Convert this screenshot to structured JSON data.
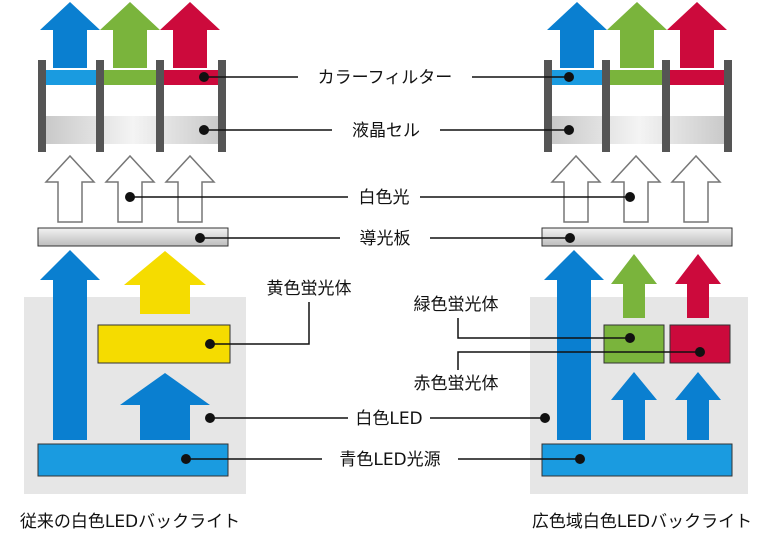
{
  "labels": {
    "color_filter": "カラーフィルター",
    "lc_cell": "液晶セル",
    "white_light": "白色光",
    "light_guide": "導光板",
    "yellow_phosphor": "黄色蛍光体",
    "green_phosphor": "緑色蛍光体",
    "red_phosphor": "赤色蛍光体",
    "white_led": "白色LED",
    "blue_led": "青色LED光源"
  },
  "captions": {
    "left": "従来の白色LEDバックライト",
    "right": "広色域白色LEDバックライト"
  },
  "colors": {
    "blue": "#0a7fd0",
    "green": "#7ab43c",
    "red": "#cc0a3c",
    "yellow": "#f5dc00",
    "led_bar": "#1a9be0",
    "frame": "#555555",
    "gray_panel": "#e6e6e6"
  }
}
